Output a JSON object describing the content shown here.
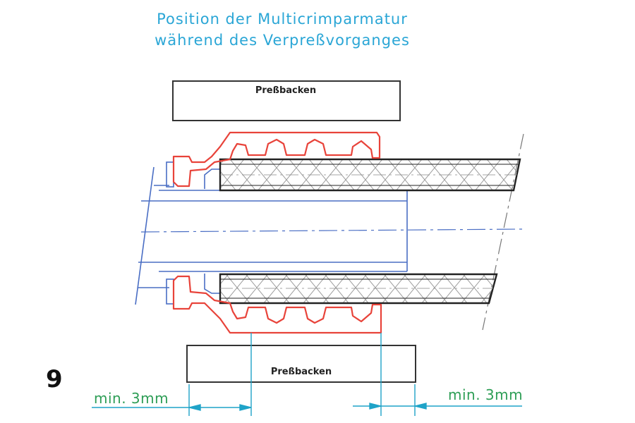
{
  "title": {
    "line1": "Position der Multicrimparmatur",
    "line2": "während des Verpreßvorganges"
  },
  "figure_number": "9",
  "jaws": {
    "top_label": "Preßbacken",
    "bottom_label": "Preßbacken"
  },
  "dimensions": {
    "left_label": "min. 3mm",
    "right_label": "min. 3mm"
  },
  "colors": {
    "title": "#2aa6d6",
    "fitting": "#e8433a",
    "tube": "#4a6ec4",
    "hose": "#222222",
    "dimension_lines": "#1fa3c8",
    "dimension_text": "#2e9e56"
  }
}
